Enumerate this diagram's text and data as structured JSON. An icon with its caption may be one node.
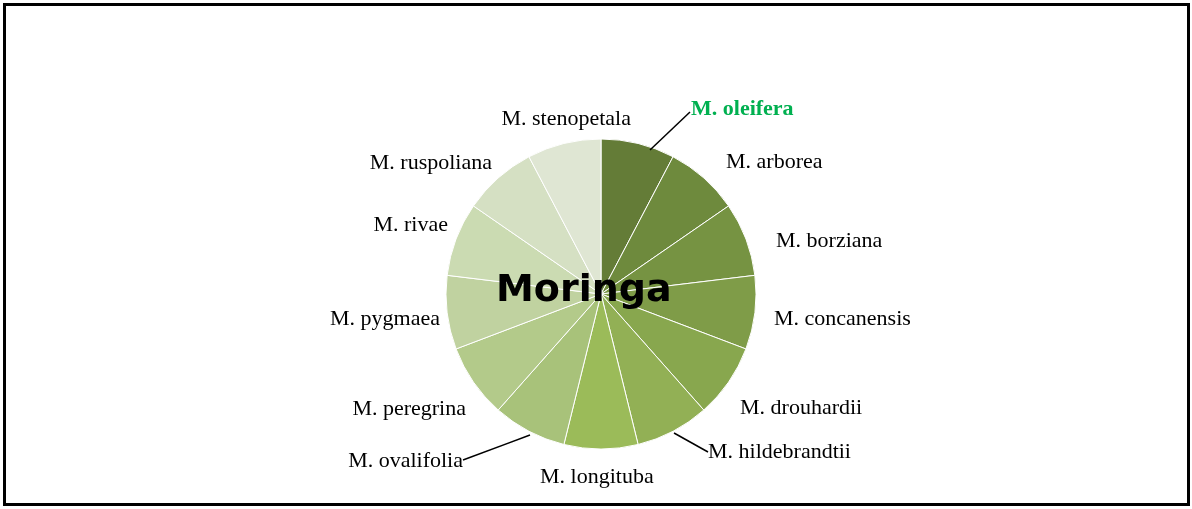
{
  "diagram": {
    "nodes": [
      {
        "text": [
          "M. oleifera"
        ]
      },
      {
        "text": [
          "M. arborea"
        ]
      },
      {
        "text": [
          "M. borziana"
        ]
      },
      {
        "text": [
          "M. concanensis"
        ]
      },
      {
        "text": [
          "M. drouhardii"
        ]
      },
      {
        "text": [
          "M. hildebrandtii"
        ]
      },
      {
        "text": [
          "M. longituba"
        ]
      },
      {
        "text": [
          "M. ovalifolia"
        ]
      },
      {
        "text": [
          "M. peregrina"
        ]
      },
      {
        "text": [
          "M. pygmaea"
        ]
      },
      {
        "text": [
          "M. rivae"
        ]
      },
      {
        "text": [
          "M. ruspoliana"
        ]
      },
      {
        "text": [
          "M. stenopetala"
        ]
      }
    ],
    "edges": [
      {
        "from": 0,
        "to": null,
        "arrow": "none"
      },
      {
        "from": 5,
        "to": null,
        "arrow": "none"
      },
      {
        "from": 7,
        "to": null,
        "arrow": "none"
      }
    ],
    "labels": [
      "Moringa"
    ]
  }
}
